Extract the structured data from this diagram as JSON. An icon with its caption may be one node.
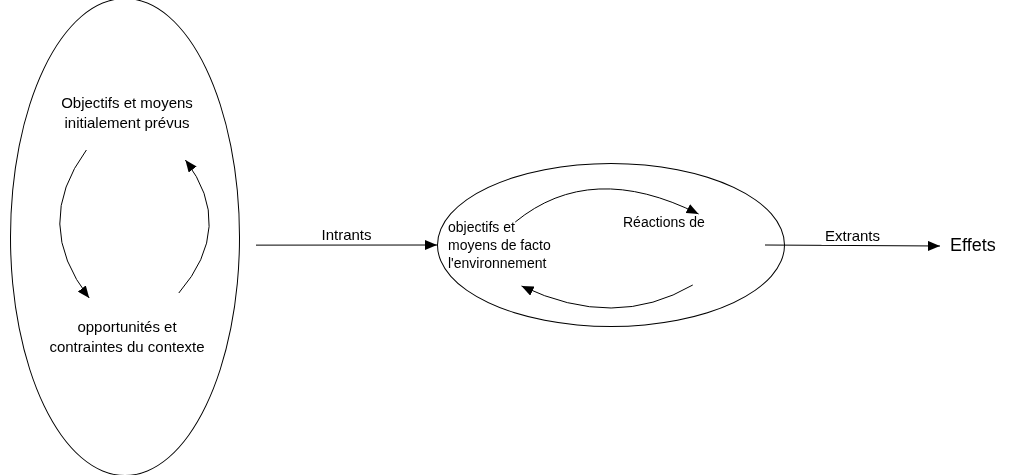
{
  "diagram": {
    "nodes": [
      {
        "text": [],
        "shape": "ellipse"
      },
      {
        "text": [
          "Objectifs et moyens initialement prévus"
        ],
        "in": 0
      },
      {
        "text": [
          "opportunités et contraintes du contexte"
        ],
        "in": 0
      },
      {
        "text": [],
        "shape": "ellipse"
      },
      {
        "text": [
          "objectifs et moyens de facto l'environnement"
        ],
        "in": 3
      },
      {
        "text": [
          "Réactions de"
        ],
        "in": 3
      },
      {
        "text": [
          "Effets"
        ]
      }
    ],
    "edges": [
      {
        "from": 1,
        "to": 2,
        "arrow": "to"
      },
      {
        "from": 2,
        "to": 1,
        "arrow": "to"
      },
      {
        "from": 4,
        "to": 5,
        "arrow": "to"
      },
      {
        "from": 5,
        "to": 4,
        "arrow": "to"
      },
      {
        "from": 0,
        "to": 3,
        "arrow": "to",
        "label": "Intrants"
      },
      {
        "from": 3,
        "to": 6,
        "arrow": "to",
        "label": "Extrants"
      }
    ]
  }
}
